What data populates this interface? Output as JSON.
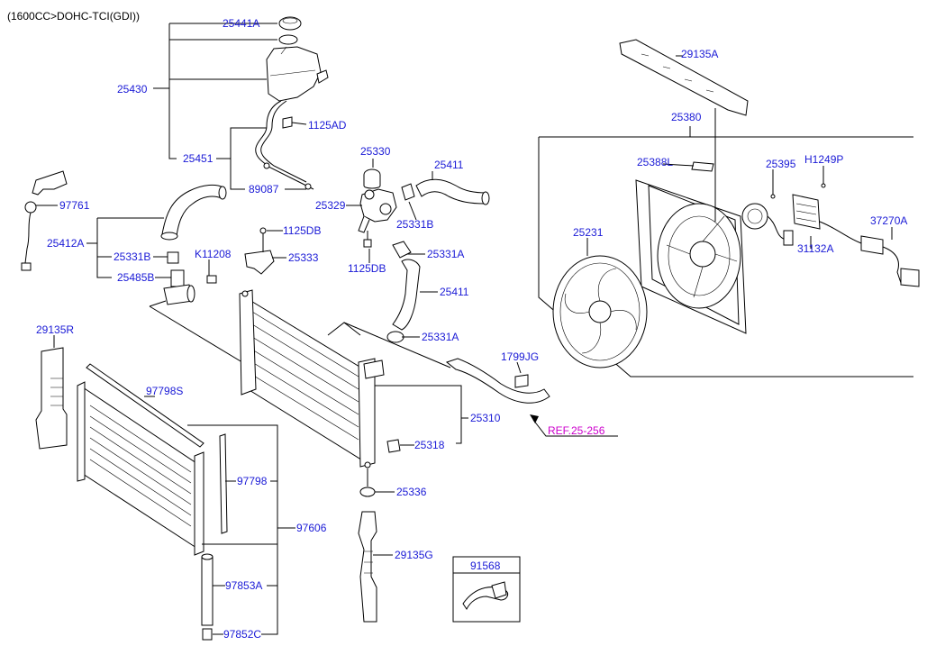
{
  "diagram_title": "(1600CC>DOHC-TCI(GDI))",
  "parts": {
    "cap": "25441A",
    "reservoir_assy": "25430",
    "bolt_reservoir": "1125AD",
    "hose_reservoir": "25451",
    "clip_hose": "89087",
    "thermostat": "25330",
    "housing": "25329",
    "clamp_upper": "25331B",
    "hose_upper": "25411",
    "bolt_db1": "1125DB",
    "bracket": "25333",
    "bolt_db2": "1125DB",
    "clamp_a1": "25331A",
    "hose_lower": "25411",
    "clamp_a2": "25331A",
    "clip_1799": "1799JG",
    "hose_412a": "25412A",
    "clamp_b2": "25331B",
    "nipple": "25485B",
    "k_bolt": "K11208",
    "sensor_97761": "97761",
    "guard_r": "29135R",
    "seal_97798s": "97798S",
    "seal_97798": "97798",
    "condenser": "97606",
    "dryer": "97853A",
    "plug": "97852C",
    "radiator": "25310",
    "drain": "25318",
    "mount": "25336",
    "guard_g": "29135G",
    "clip_91568": "91568",
    "guard_a": "29135A",
    "shroud_assy": "25380",
    "wiring_388l": "25388L",
    "screw_395": "25395",
    "bolt_h": "H1249P",
    "connector_a": "37270A",
    "fan": "25231",
    "resistor": "31132A"
  },
  "reference": "REF.25-256"
}
